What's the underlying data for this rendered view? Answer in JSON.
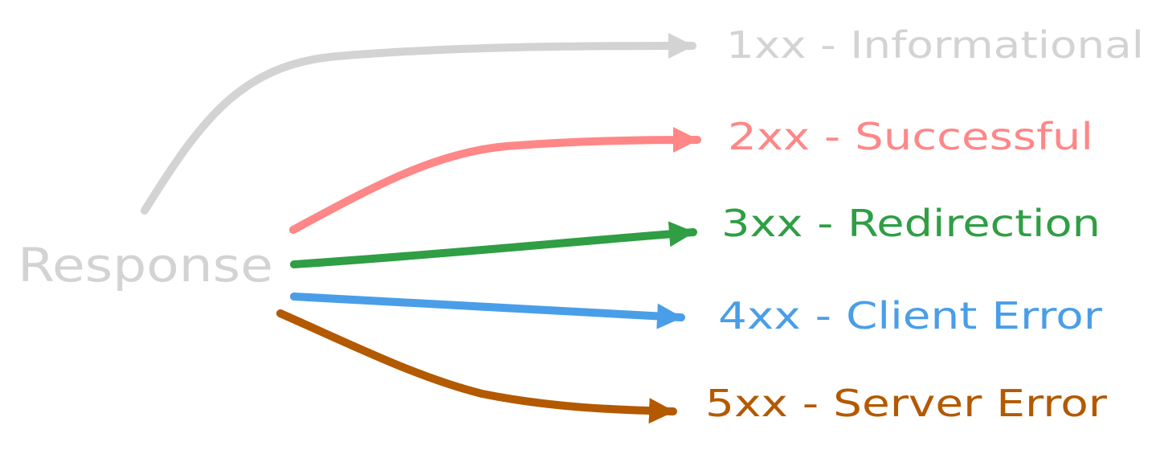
{
  "source": {
    "label": "Response",
    "color": "#d3d3d3"
  },
  "categories": [
    {
      "label": "1xx - Informational",
      "color": "#d3d3d3"
    },
    {
      "label": "2xx - Successful",
      "color": "#ff8787"
    },
    {
      "label": "3xx - Redirection",
      "color": "#2f9e44"
    },
    {
      "label": "4xx - Client Error",
      "color": "#4a9ee8"
    },
    {
      "label": "5xx - Server Error",
      "color": "#b35900"
    }
  ]
}
